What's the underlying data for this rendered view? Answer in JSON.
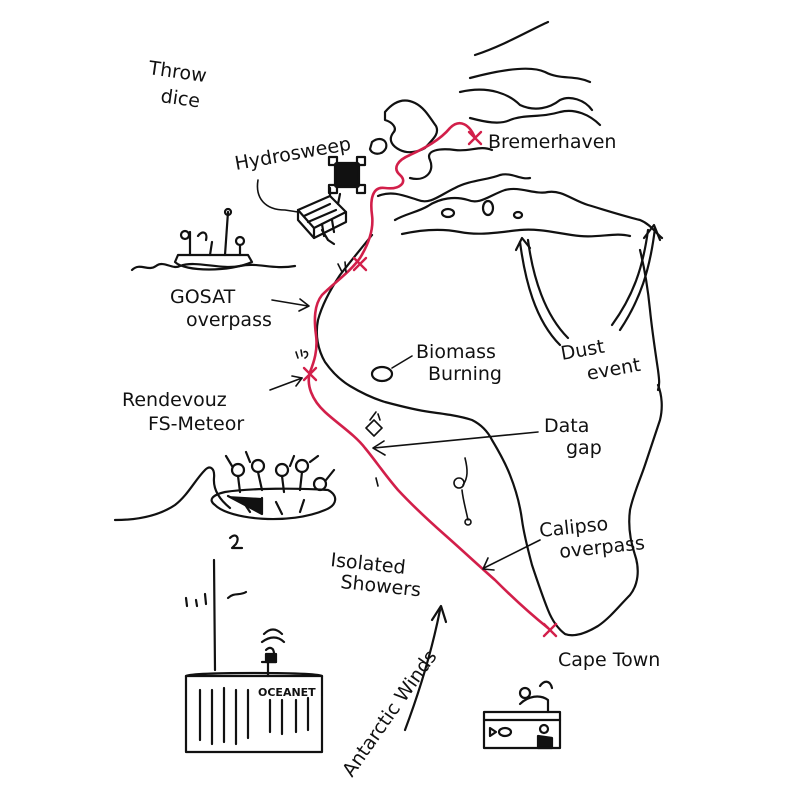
{
  "colors": {
    "ink": "#111111",
    "route": "#d21f4a",
    "background": "#ffffff"
  },
  "labels": {
    "throw_dice_1": "Throw",
    "throw_dice_2": "dice",
    "hydrosweep": "Hydrosweep",
    "bremerhaven": "Bremerhaven",
    "gosat_1": "GOSAT",
    "gosat_2": "overpass",
    "biomass_1": "Biomass",
    "biomass_2": "Burning",
    "dust_1": "Dust",
    "dust_2": "event",
    "rendezvous_1": "Rendevouz",
    "rendezvous_2": "FS-Meteor",
    "data_gap_1": "Data",
    "data_gap_2": "gap",
    "calipso_1": "Calipso",
    "calipso_2": "overpass",
    "showers_1": "Isolated",
    "showers_2": "Showers",
    "cape_town": "Cape Town",
    "antarctic_winds": "Antarctic Winds",
    "oceanet": "OCEANET"
  },
  "icons": {
    "hydrosweep": "sonar-device-icon",
    "raft": "lifeboat-with-people-icon",
    "dice": "dice-icon",
    "container": "oceanet-container-icon",
    "aquarium": "aquarium-icon",
    "birds": "bird-icon"
  }
}
